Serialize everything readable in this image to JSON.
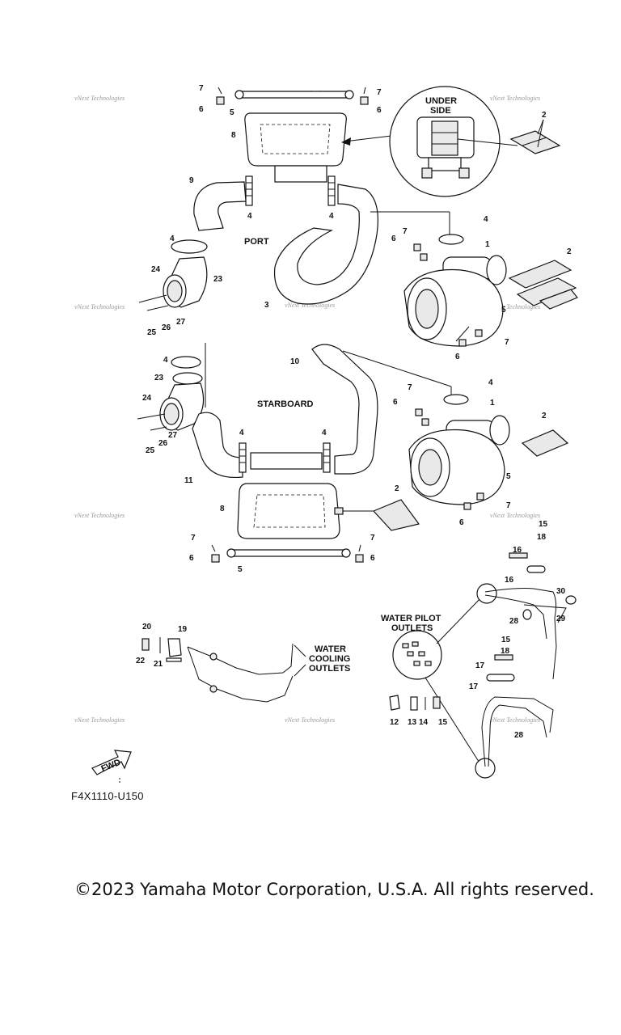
{
  "diagram": {
    "section_labels": {
      "port": "PORT",
      "starboard": "STARBOARD",
      "under_side_line1": "UNDER",
      "under_side_line2": "SIDE",
      "water_cooling_line1": "WATER",
      "water_cooling_line2": "COOLING",
      "water_cooling_line3": "OUTLETS",
      "water_pilot_line1": "WATER PILOT",
      "water_pilot_line2": "OUTLETS",
      "fwd": "FWD"
    },
    "watermark_text": "vNext Technologies",
    "callouts": {
      "c1": "1",
      "c2": "2",
      "c3": "3",
      "c4": "4",
      "c5": "5",
      "c6": "6",
      "c7": "7",
      "c8": "8",
      "c9": "9",
      "c10": "10",
      "c11": "11",
      "c12": "12",
      "c13": "13",
      "c14": "14",
      "c15": "15",
      "c16": "16",
      "c17": "17",
      "c18": "18",
      "c19": "19",
      "c20": "20",
      "c21": "21",
      "c22": "22",
      "c23": "23",
      "c24": "24",
      "c25": "25",
      "c26": "26",
      "c27": "27",
      "c28": "28",
      "c29": "29",
      "c30": "30"
    }
  },
  "footer": {
    "diagram_code": "F4X1110-U150",
    "copyright": "©2023 Yamaha Motor Corporation, U.S.A. All rights reserved."
  }
}
